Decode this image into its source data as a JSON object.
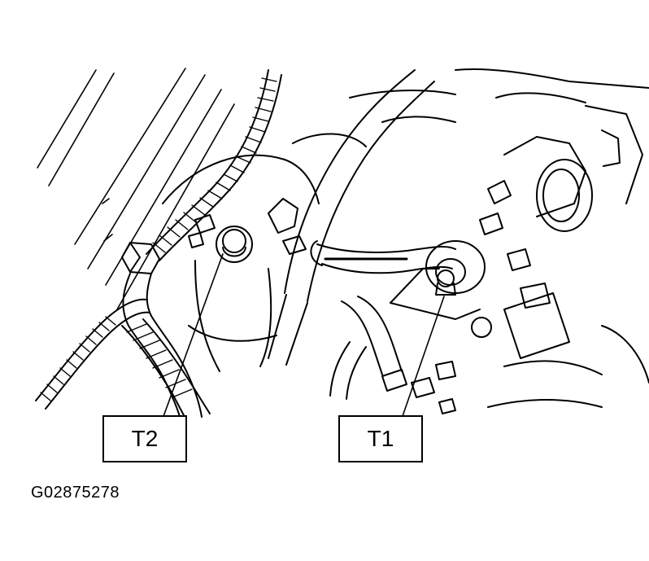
{
  "callouts": {
    "t1": "T1",
    "t2": "T2"
  },
  "figure_id": "G02875278",
  "colors": {
    "ink": "#000000",
    "paper": "#ffffff"
  }
}
